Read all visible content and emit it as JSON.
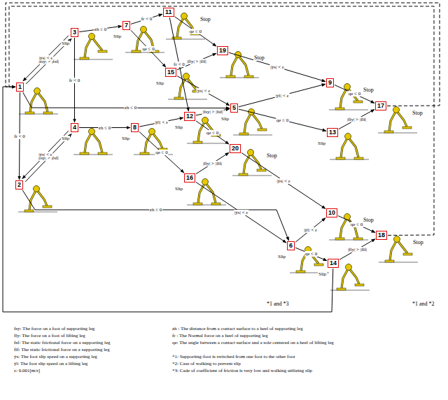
{
  "diagram": {
    "nodes": [
      {
        "text": [
          "1"
        ]
      },
      {
        "text": [
          "2"
        ]
      },
      {
        "text": [
          "3"
        ]
      },
      {
        "text": [
          "4"
        ]
      },
      {
        "text": [
          "5"
        ]
      },
      {
        "text": [
          "6"
        ]
      },
      {
        "text": [
          "7"
        ]
      },
      {
        "text": [
          "8"
        ]
      },
      {
        "text": [
          "9"
        ]
      },
      {
        "text": [
          "10"
        ]
      },
      {
        "text": [
          "11"
        ]
      },
      {
        "text": [
          "12"
        ]
      },
      {
        "text": [
          "13"
        ]
      },
      {
        "text": [
          "14"
        ]
      },
      {
        "text": [
          "15"
        ]
      },
      {
        "text": [
          "16"
        ]
      },
      {
        "text": [
          "17"
        ]
      },
      {
        "text": [
          "18"
        ]
      },
      {
        "text": [
          "19"
        ]
      },
      {
        "text": [
          "20"
        ]
      }
    ],
    "edges": [
      {
        "from": 0,
        "to": 2,
        "arrow": "to",
        "label": "|fsy| > |fsf|"
      },
      {
        "from": 2,
        "to": 0,
        "arrow": "to",
        "label": "|ẏs| < ε"
      },
      {
        "from": 0,
        "to": 1,
        "arrow": "to",
        "label": "fr < 0"
      },
      {
        "from": 1,
        "to": 3,
        "arrow": "to",
        "label": "|fsy| > |fsf|"
      },
      {
        "from": 3,
        "to": 1,
        "arrow": "to",
        "label": "|ẏs| < ε"
      },
      {
        "from": 0,
        "to": 4,
        "arrow": "to",
        "label": "zh ≤ 0"
      },
      {
        "from": 1,
        "to": 5,
        "arrow": "to",
        "label": "zh ≤ 0"
      },
      {
        "from": 2,
        "to": 3,
        "arrow": "to",
        "label": "fr < 0"
      },
      {
        "from": 2,
        "to": 6,
        "arrow": "to",
        "label": "zh ≤ 0"
      },
      {
        "from": 3,
        "to": 7,
        "arrow": "to",
        "label": "zh ≤ 0"
      },
      {
        "from": 6,
        "to": 10,
        "arrow": "to",
        "label": "fr < 0"
      },
      {
        "from": 6,
        "to": 14,
        "arrow": "to",
        "label": "qe ≤ 0"
      },
      {
        "from": 10,
        "to": 11,
        "arrow": "to",
        "label": "fr < 0"
      },
      {
        "from": 10,
        "to": 18,
        "arrow": "to",
        "label": "qe ≤ 0"
      },
      {
        "from": 14,
        "to": 18,
        "arrow": "to",
        "label": "|fly| > |flf|"
      },
      {
        "from": 14,
        "to": 4,
        "arrow": "to",
        "label": "|ẏs| < ε"
      },
      {
        "from": 18,
        "to": 8,
        "arrow": "to",
        "label": "|ẏs| < ε"
      },
      {
        "from": 4,
        "to": 8,
        "arrow": "to",
        "label": "|ẏl| < ε"
      },
      {
        "from": 4,
        "to": 12,
        "arrow": "to",
        "label": "qe ≤ 0"
      },
      {
        "from": 8,
        "to": 16,
        "arrow": "to",
        "label": "qe ≤ 0"
      },
      {
        "from": 12,
        "to": 16,
        "arrow": "to",
        "label": "|fly| > |flf|"
      },
      {
        "from": 7,
        "to": 11,
        "arrow": "to",
        "label": "|ẏl| < ε"
      },
      {
        "from": 7,
        "to": 15,
        "arrow": "to",
        "label": "qe ≤ 0"
      },
      {
        "from": 11,
        "to": 19,
        "arrow": "to",
        "label": "qe ≤ 0"
      },
      {
        "from": 15,
        "to": 19,
        "arrow": "to",
        "label": "|fly| > |flf|"
      },
      {
        "from": 15,
        "to": 5,
        "arrow": "to",
        "label": "|ẏs| < ε"
      },
      {
        "from": 19,
        "to": 9,
        "arrow": "to",
        "label": "|ẏs| < ε"
      },
      {
        "from": 5,
        "to": 9,
        "arrow": "to",
        "label": "|ẏl| < ε"
      },
      {
        "from": 5,
        "to": 13,
        "arrow": "to",
        "label": "qe ≤ 0"
      },
      {
        "from": 9,
        "to": 17,
        "arrow": "to",
        "label": "qe ≤ 0"
      },
      {
        "from": 13,
        "to": 17,
        "arrow": "to",
        "label": "|fly| > |flf|"
      },
      {
        "from": 11,
        "to": 4,
        "arrow": "to",
        "label": "|fsy| > |fsf|"
      },
      {
        "from": 16,
        "to": 0,
        "arrow": "to"
      },
      {
        "from": 17,
        "to": 0,
        "arrow": "to"
      },
      {
        "from": 13,
        "to": 0,
        "arrow": "to"
      }
    ],
    "labels": [
      "Slip",
      "Slip",
      "Slip",
      "Slip",
      "Slip",
      "Slip",
      "Slip",
      "Slip",
      "Slip",
      "Slip",
      "Slip",
      "Stop",
      "Stop",
      "Stop",
      "Stop",
      "Stop",
      "Stop",
      "Stop",
      "*1 and *2",
      "*1 and *3",
      "fsy: The force on a foot of supporting leg",
      "fly: The force on a foot of lifting leg",
      "fsf: The static frictional force on a supporting leg",
      "flf: The static frictional force on a supporting leg",
      "ẏs: The foot slip speed on a supporting leg",
      "ẏl: The foot slip speed on a lifting leg",
      "ε: 0.001[m/s]",
      "zh : The distance from a contact surface to a heel of supporting leg",
      "fr : The Normal force on a heel of supporting leg",
      "qe: The angle between a contact surface and a sole centered on a heel of lifting leg",
      "*1: Supporting-foot is switched from one foot to the other foot",
      "*2: Case of walking to prevent slip",
      "*3: Cade of coefficient of friction is very low and walking utilizing slip"
    ]
  }
}
